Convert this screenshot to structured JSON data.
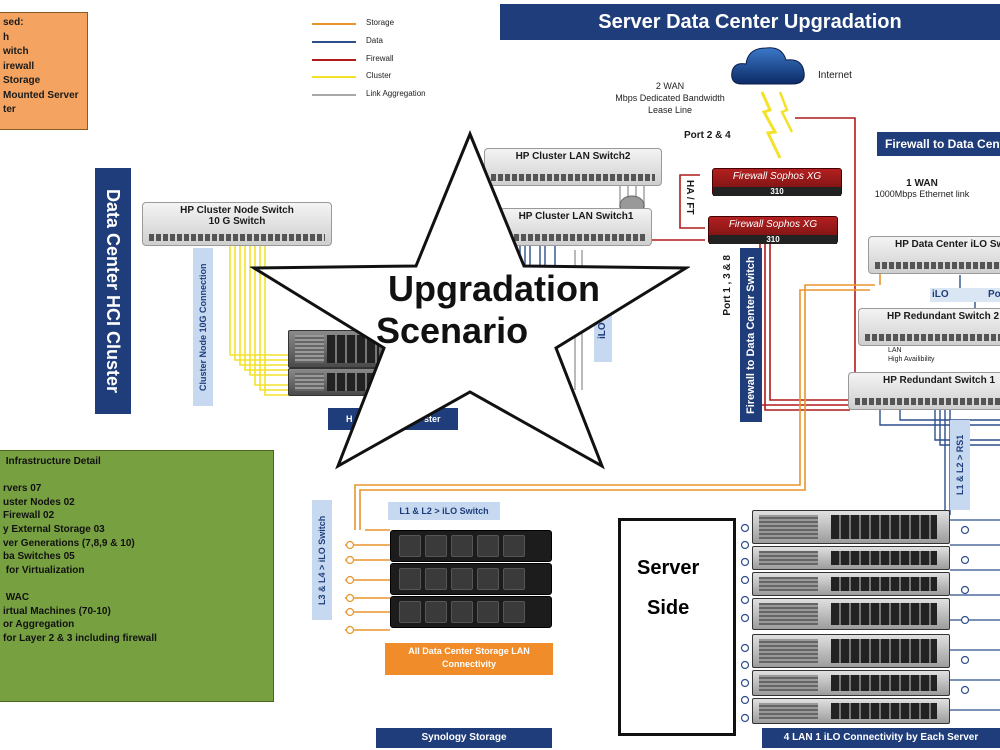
{
  "title": "Server Data Center Upgradation",
  "legend_box": {
    "lines": [
      "sed:",
      "h",
      "witch",
      "irewall",
      "Storage",
      "Mounted Server",
      "ter"
    ]
  },
  "legend": [
    {
      "label": "Storage",
      "color": "#e8952c"
    },
    {
      "label": "Data",
      "color": "#2f4f8a"
    },
    {
      "label": "Firewall",
      "color": "#b01c1c"
    },
    {
      "label": "Cluster",
      "color": "#f3e12a"
    },
    {
      "label": "Link Aggregation",
      "color": "#a8a8a8"
    }
  ],
  "internet": {
    "label": "Internet",
    "wan2_lines": [
      "2 WAN",
      "Mbps  Dedicated Bandwidth",
      "Lease Line"
    ]
  },
  "port_24": "Port 2 & 4",
  "ha_ft": "HA / FT",
  "port_138": "Port 1 , 3 & 8",
  "firewalls": [
    {
      "label": "Firewall Sophos XG",
      "model": "310"
    },
    {
      "label": "Firewall Sophos XG",
      "model": "310"
    }
  ],
  "firewall_dc_header": "Firewall to Data Cent",
  "wan1": [
    "1 WAN",
    "1000Mbps Ethernet link"
  ],
  "switches": {
    "cluster_lan2": "HP Cluster LAN Switch2",
    "cluster_lan1": "HP Cluster LAN Switch1",
    "cluster_node": [
      "HP Cluster Node Switch",
      "10 G Switch"
    ],
    "ilo_switch": "HP Data Center iLO Sw",
    "redundant2": "HP Redundant Switch 2",
    "redundant1": "HP Redundant Switch 1"
  },
  "lan_ha": [
    "LAN",
    "High Availibility"
  ],
  "ilo_labels": [
    "iLO",
    "Po"
  ],
  "vertical_labels": {
    "hci_cluster": "Data Center HCI Cluster",
    "node_10g": "Cluster Node 10G Connection",
    "ilo_mid": "iLO",
    "fw_dc_switch": "Firewall to Data Center Switch",
    "l3l4": "L3 & L4 > iLO Switch",
    "l1l2_rs1": "L1 & L2 > RS1"
  },
  "hci_caption": "H",
  "hci_caption_tail": "ster",
  "star_text": [
    "Upgradation",
    "Scenario"
  ],
  "infra": {
    "lines": [
      " Infrastructure Detail",
      "",
      "rvers 07",
      "uster Nodes 02",
      "Firewall 02",
      "y External Storage 03",
      "ver Generations (7,8,9 & 10)",
      "ba Switches 05",
      " for Virtualization",
      "",
      " WAC",
      "irtual Machines (70-10)",
      "or Aggregation",
      "for Layer 2 & 3 including firewall"
    ]
  },
  "l1l2_ilo": "L1 & L2 > iLO Switch",
  "storage_lan": [
    "All Data Center Storage LAN",
    "Connectivity"
  ],
  "synology": "Synology Storage",
  "server_side": [
    "Server",
    "Side"
  ],
  "ilo_by_server": "4 LAN 1 iLO Connectivity by Each Server"
}
